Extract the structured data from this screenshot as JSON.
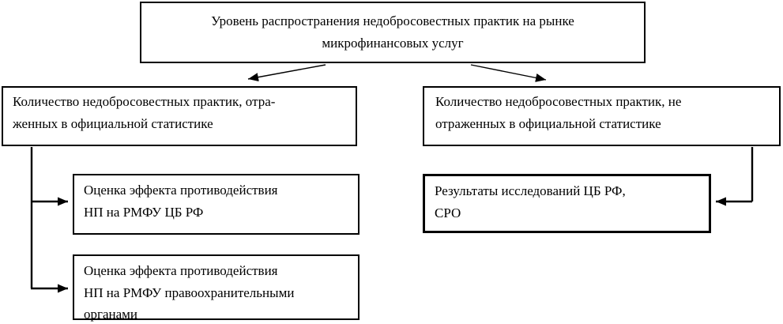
{
  "diagram": {
    "title_hint": "Flowchart: level of spread of unfair practices in the microfinance services market",
    "root": {
      "text": "Уровень распространения недобросовестных практик на рынке\nмикрофинансовых услуг"
    },
    "left_branch": {
      "text": "Количество недобросовестных практик, отра-\nженных в официальной статистике"
    },
    "right_branch": {
      "text": "Количество недобросовестных практик, не\nотраженных в официальной статистике"
    },
    "left_child_1": {
      "text": "Оценка эффекта противодействия\nНП на РМФУ ЦБ РФ"
    },
    "left_child_2": {
      "text": "Оценка эффекта противодействия\nНП на РМФУ правоохранительными\nорганами"
    },
    "right_child_1": {
      "text": "Результаты исследований ЦБ РФ,\nСРО"
    }
  },
  "colors": {
    "background": "#ffffff",
    "box_border": "#000000",
    "line": "#000000",
    "text": "#000000"
  }
}
